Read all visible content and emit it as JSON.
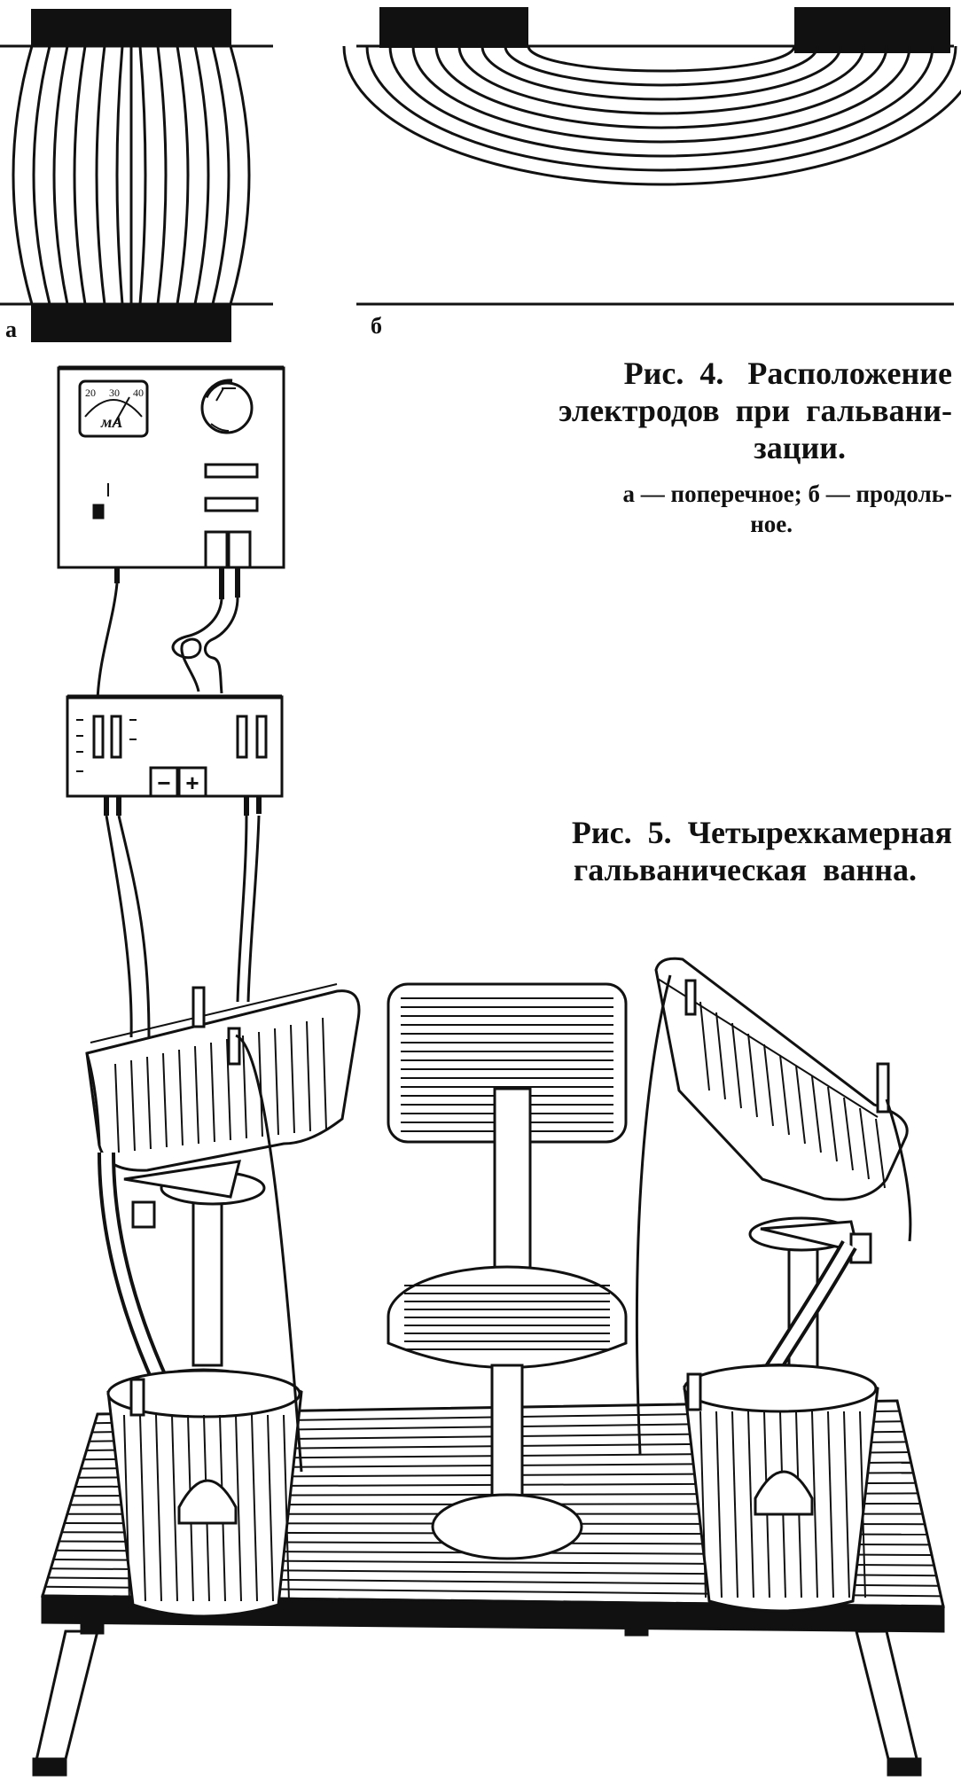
{
  "figure_a": {
    "label": "а"
  },
  "figure_b": {
    "label": "б"
  },
  "figure4": {
    "title_line1": "Рис.  4.   Расположение",
    "title_line2": "электродов  при  гальвани-",
    "title_line3": "зации.",
    "sub_line1": "а — поперечное; б — продоль-",
    "sub_line2": "ное."
  },
  "figure5": {
    "title_line1": "Рис.  5.  Четырехкамерная",
    "title_line2": "гальваническая  ванна."
  },
  "device": {
    "meter_scale": [
      "20",
      "30",
      "40"
    ],
    "meter_unit": "мА"
  },
  "switchbox": {
    "minus": "−",
    "plus": "+"
  },
  "icons": {
    "electrode": "electrode-icon",
    "meter": "milliammeter-icon",
    "knob": "dial-knob-icon"
  },
  "colors": {
    "ink": "#111111",
    "paper": "#ffffff"
  }
}
